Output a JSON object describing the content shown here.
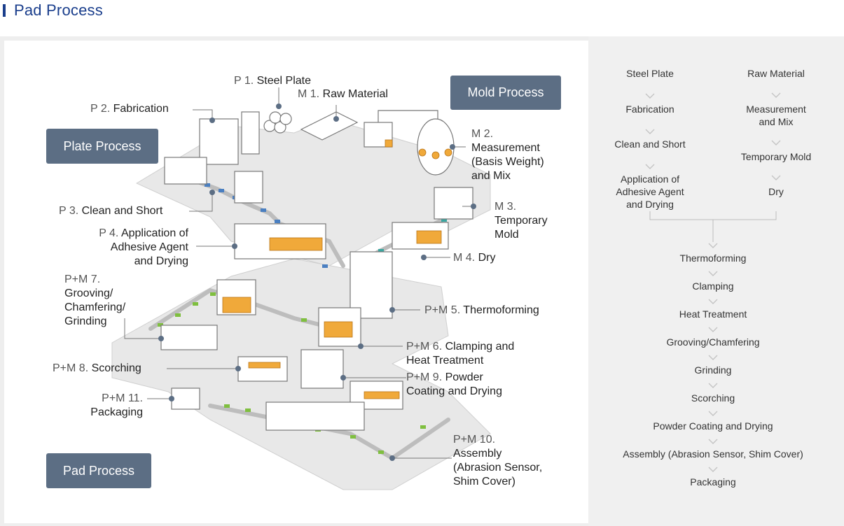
{
  "page_title": "Pad Process",
  "badges": {
    "mold": "Mold Process",
    "plate": "Plate Process",
    "pad": "Pad Process"
  },
  "labels": {
    "p1": {
      "num": "P 1.",
      "text": "Steel Plate"
    },
    "m1": {
      "num": "M 1.",
      "text": "Raw Material"
    },
    "p2": {
      "num": "P 2.",
      "text": "Fabrication"
    },
    "m2": {
      "num": "M 2.",
      "lines": [
        "Measurement",
        "(Basis Weight)",
        "and Mix"
      ]
    },
    "p3": {
      "num": "P 3.",
      "text": "Clean and Short"
    },
    "m3": {
      "num": "M 3.",
      "lines": [
        "Temporary",
        "Mold"
      ]
    },
    "p4": {
      "num": "P 4.",
      "lines": [
        "Application of",
        "Adhesive Agent",
        "and Drying"
      ]
    },
    "m4": {
      "num": "M 4.",
      "text": "Dry"
    },
    "pm7": {
      "num": "P+M 7.",
      "lines": [
        "Grooving/",
        "Chamfering/",
        "Grinding"
      ]
    },
    "pm5": {
      "num": "P+M 5.",
      "text": "Thermoforming"
    },
    "pm6": {
      "num": "P+M 6.",
      "lines": [
        "Clamping and",
        "Heat Treatment"
      ]
    },
    "pm8": {
      "num": "P+M 8.",
      "text": "Scorching"
    },
    "pm9": {
      "num": "P+M 9.",
      "lines": [
        "Powder",
        "Coating and Drying"
      ]
    },
    "pm11": {
      "num": "P+M 11.",
      "text": "Packaging"
    },
    "pm10": {
      "num": "P+M 10.",
      "lines": [
        "Assembly",
        "(Abrasion Sensor,",
        "Shim Cover)"
      ]
    }
  },
  "flow": {
    "left_branch": [
      "Steel Plate",
      "Fabrication",
      "Clean and Short",
      "Application of\nAdhesive Agent\nand Drying"
    ],
    "right_branch": [
      "Raw Material",
      "Measurement\nand Mix",
      "Temporary Mold",
      "Dry"
    ],
    "merged": [
      "Thermoforming",
      "Clamping",
      "Heat Treatment",
      "Grooving/Chamfering",
      "Grinding",
      "Scorching",
      "Powder Coating and Drying",
      "Assembly (Abrasion Sensor, Shim Cover)",
      "Packaging"
    ]
  },
  "colors": {
    "title": "#1a3e8c",
    "badge": "#5c6e84",
    "floor": "#e6e6e6",
    "accent_orange": "#e58a1f",
    "conveyor_blue": "#4a7fc1",
    "conveyor_green": "#7fbf3f"
  }
}
